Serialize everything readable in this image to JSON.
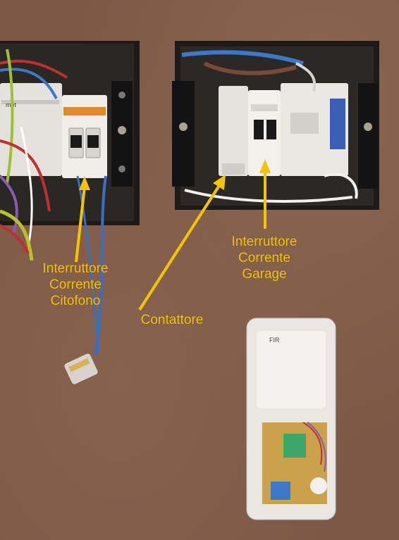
{
  "annotations": {
    "intercom_switch": "Interruttore\nCorrente\nCitofono",
    "contactor": "Contattore",
    "garage_switch": "Interruttore\nCorrente\nGarage"
  },
  "device_text": {
    "left_panel_brand": "met",
    "intercom_top": "FIR"
  },
  "colors": {
    "wall": "#7c5946",
    "annotation": "#f5c400",
    "box_black": "#1c1a19",
    "breaker_white": "#ece9e3"
  }
}
